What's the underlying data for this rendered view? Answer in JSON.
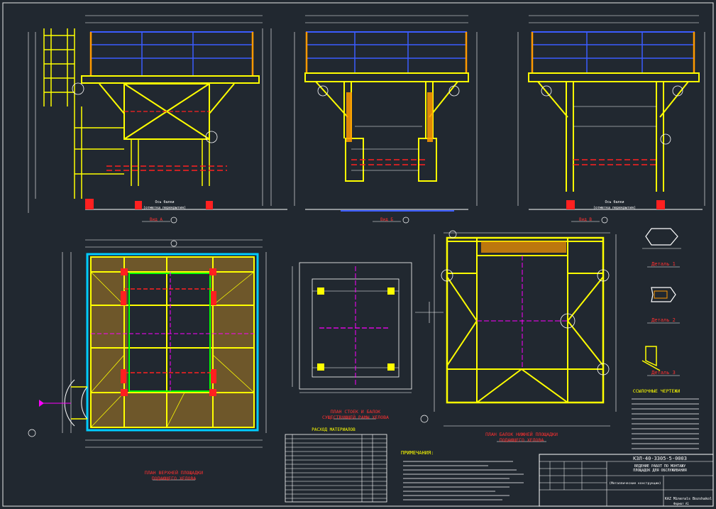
{
  "colors": {
    "background": "#212830",
    "frame": "#e8e8e8",
    "structure": "#ffff00",
    "railing_blue": "#3b5cff",
    "railing_orange": "#ff9900",
    "accent_red": "#ff2020",
    "magenta": "#ff00ff",
    "cyan": "#00ccff",
    "green": "#00ff00",
    "hatch": "#ffb020"
  },
  "views": {
    "view_a": {
      "label": "Вид А",
      "bottom_mark": "Ось балки",
      "bottom_mark2": "(отметка перекрытия)"
    },
    "view_b": {
      "label": "Вид Б"
    },
    "view_c": {
      "label": "Вид В",
      "bottom_mark": "Ось балки",
      "bottom_mark2": "(отметка перекрытия)"
    }
  },
  "plans": {
    "upper": {
      "title_line1": "ПЛАН ВЕРХНЕЙ ПЛОЩАДКИ",
      "title_line2": "ПОДАЮЩЕГО ХЕЛОВА"
    },
    "middle": {
      "title_line1": "ПЛАН СТОЕК И БАЛОК",
      "title_line2": "СУЩЕСТВУЮЩЕЙ РАМЫ ХЕЛОВА"
    },
    "lower": {
      "title_line1": "ПЛАН БАЛОК НИЖНЕЙ ПЛОЩАДКИ",
      "title_line2": "ПОДАЮЩЕГО ХЕЛОВА"
    }
  },
  "details": {
    "d1": "Деталь 1",
    "d2": "Деталь 2",
    "d3": "Деталь 3"
  },
  "refs_title": "ССЫЛОЧНЫЕ ЧЕРТЕЖИ",
  "materials_title": "РАСХОД МАТЕРИАЛОВ",
  "notes_title": "ПРИМЕЧАНИЯ:",
  "title_block": {
    "code": "КЗЛ-40-3305-5-0003",
    "line1": "ВЕДЕНИЕ РАБОТ ПО МОНТАЖУ",
    "line2": "ПЛОЩАДОК ДЛЯ ОБСЛУЖИВАНИЯ",
    "line3": "(Металлические конструкции)",
    "company": "KAZ Minerals Bozshakol",
    "footer": "Формат А1"
  }
}
